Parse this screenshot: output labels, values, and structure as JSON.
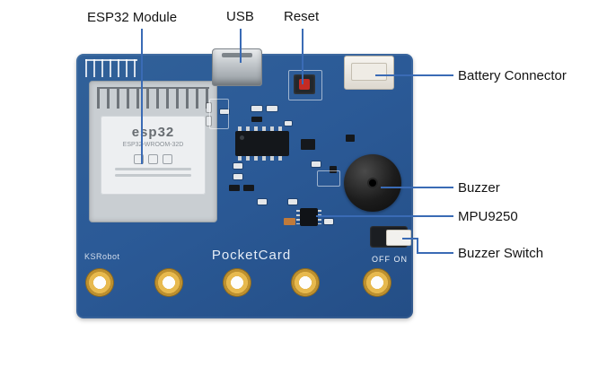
{
  "annotations": {
    "esp32_module": "ESP32 Module",
    "usb": "USB",
    "reset": "Reset",
    "battery_connector": "Battery Connector",
    "buzzer": "Buzzer",
    "mpu9250": "MPU9250",
    "buzzer_switch": "Buzzer Switch"
  },
  "board": {
    "brand": "KSRobot",
    "name": "PocketCard",
    "switch_labels": "OFF ON",
    "module": {
      "logo": "esp32",
      "model": "ESP32-WROOM-32D"
    }
  },
  "colors": {
    "board_blue": "#2b5a97",
    "annotation_line": "#3a6bb5",
    "pad_gold": "#e7b94e",
    "reset_red": "#c42b24",
    "module_silver": "#c9ced2"
  }
}
